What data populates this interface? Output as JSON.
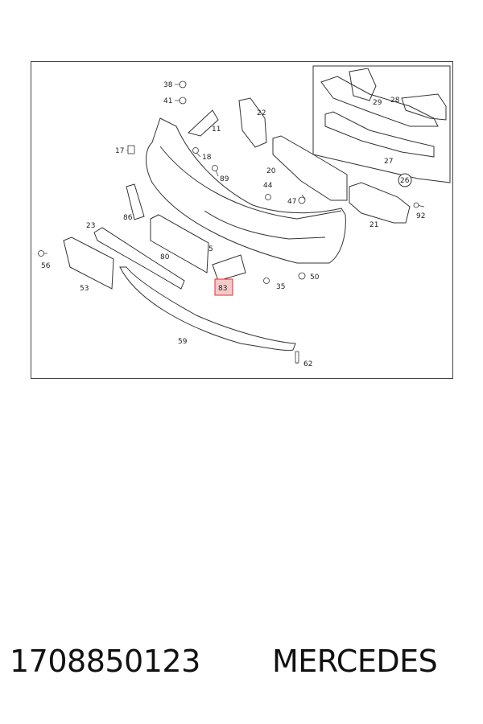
{
  "callouts": {
    "c5": "5",
    "c11": "11",
    "c17": "17",
    "c18": "18",
    "c20": "20",
    "c21": "21",
    "c22": "22",
    "c23": "23",
    "c26": "26",
    "c27": "27",
    "c28": "28",
    "c29": "29",
    "c35": "35",
    "c38": "38",
    "c41": "41",
    "c44": "44",
    "c47": "47",
    "c50": "50",
    "c53": "53",
    "c56": "56",
    "c59": "59",
    "c62": "62",
    "c80": "80",
    "c83": "83",
    "c86": "86",
    "c89": "89",
    "c92": "92"
  },
  "highlight_color": "#e03030",
  "caption": {
    "part_number": "1708850123",
    "brand": "MERCEDES"
  }
}
